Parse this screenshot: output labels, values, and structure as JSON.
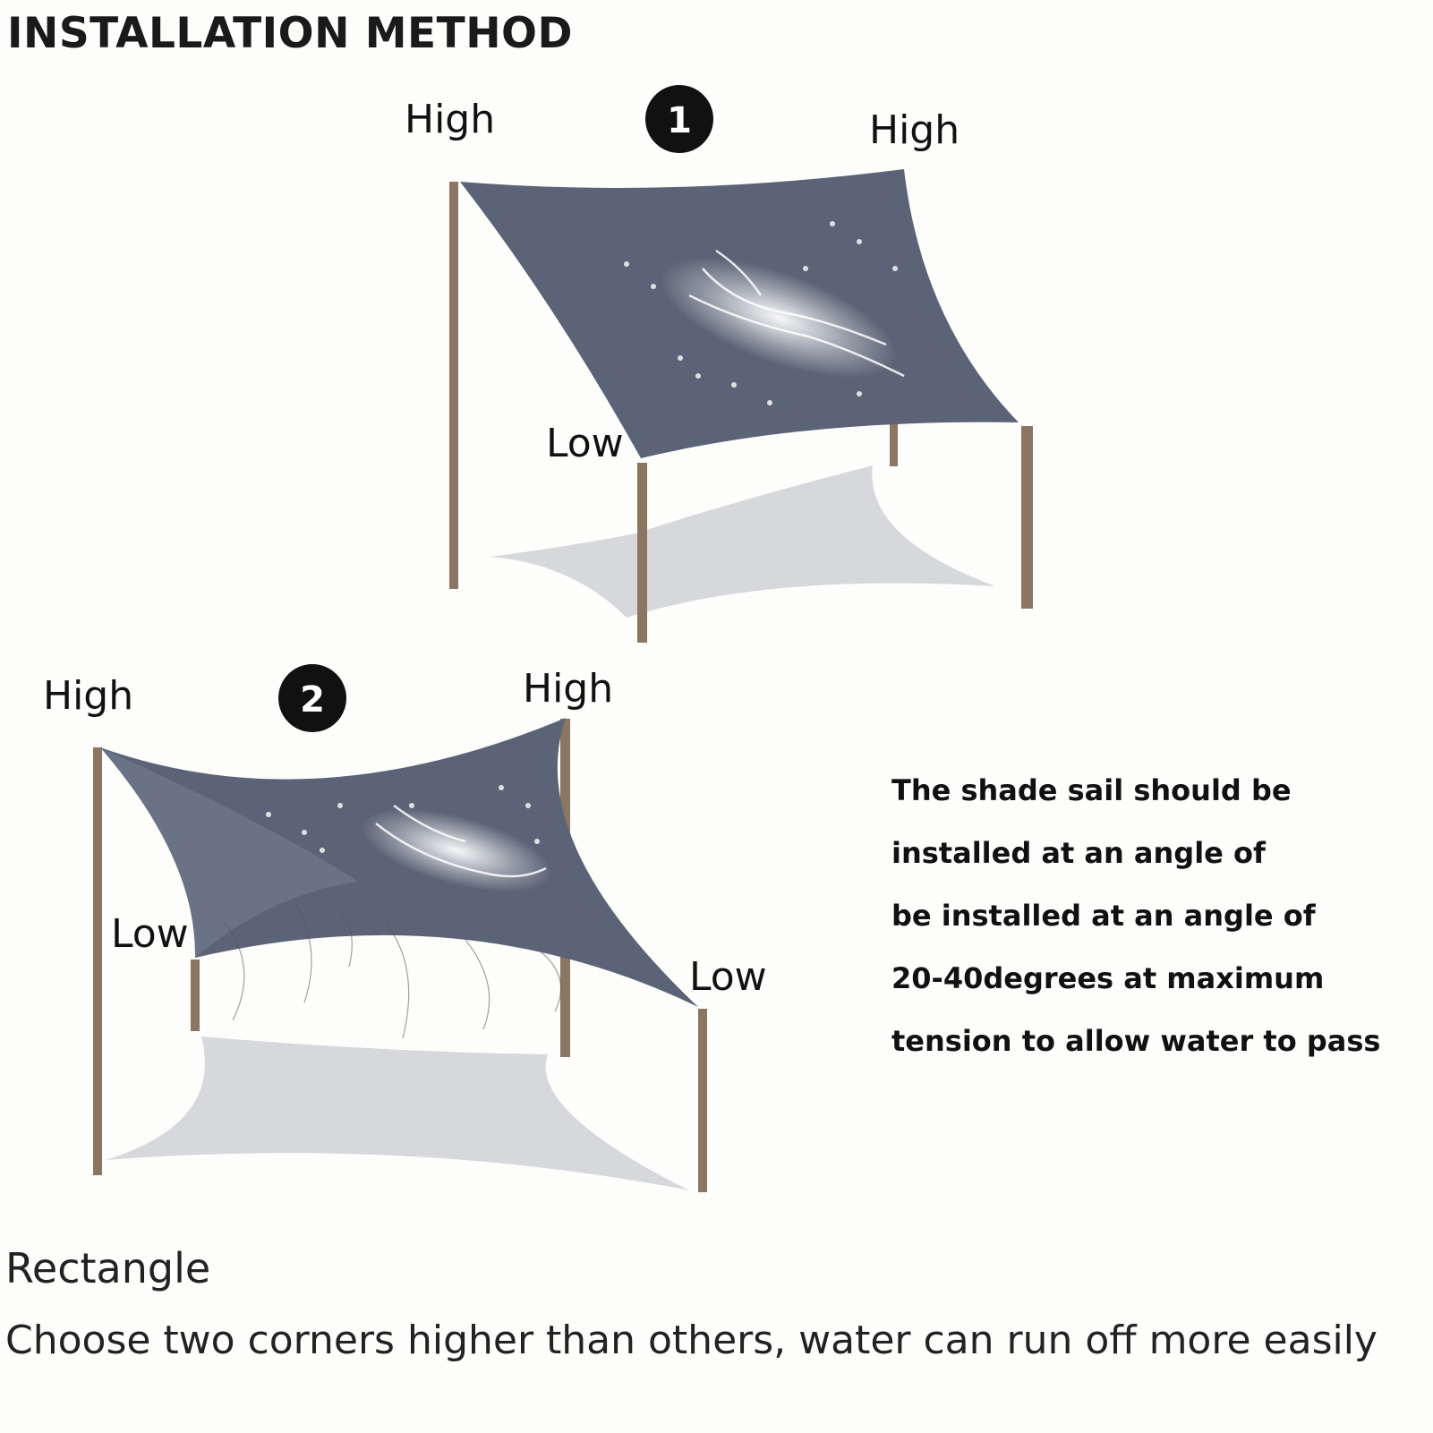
{
  "title": "INSTALLATION METHOD",
  "diagram1": {
    "number": "1",
    "label_high_left": "High",
    "label_high_right": "High",
    "label_low": "Low"
  },
  "diagram2": {
    "number": "2",
    "label_high_left": "High",
    "label_high_right": "High",
    "label_low_left": "Low",
    "label_low_right": "Low"
  },
  "note_lines": [
    "The shade sail should be",
    "installed at an angle of",
    "be installed at an angle of",
    "20-40degrees at maximum",
    "tension to allow water to pass"
  ],
  "shape_name": "Rectangle",
  "description": "Choose two corners higher than others, water can run off more easily",
  "colors": {
    "sail": "#5b6477",
    "pole": "#8b7563",
    "shadow": "#d6d8dc",
    "background": "#fdfdfb"
  }
}
